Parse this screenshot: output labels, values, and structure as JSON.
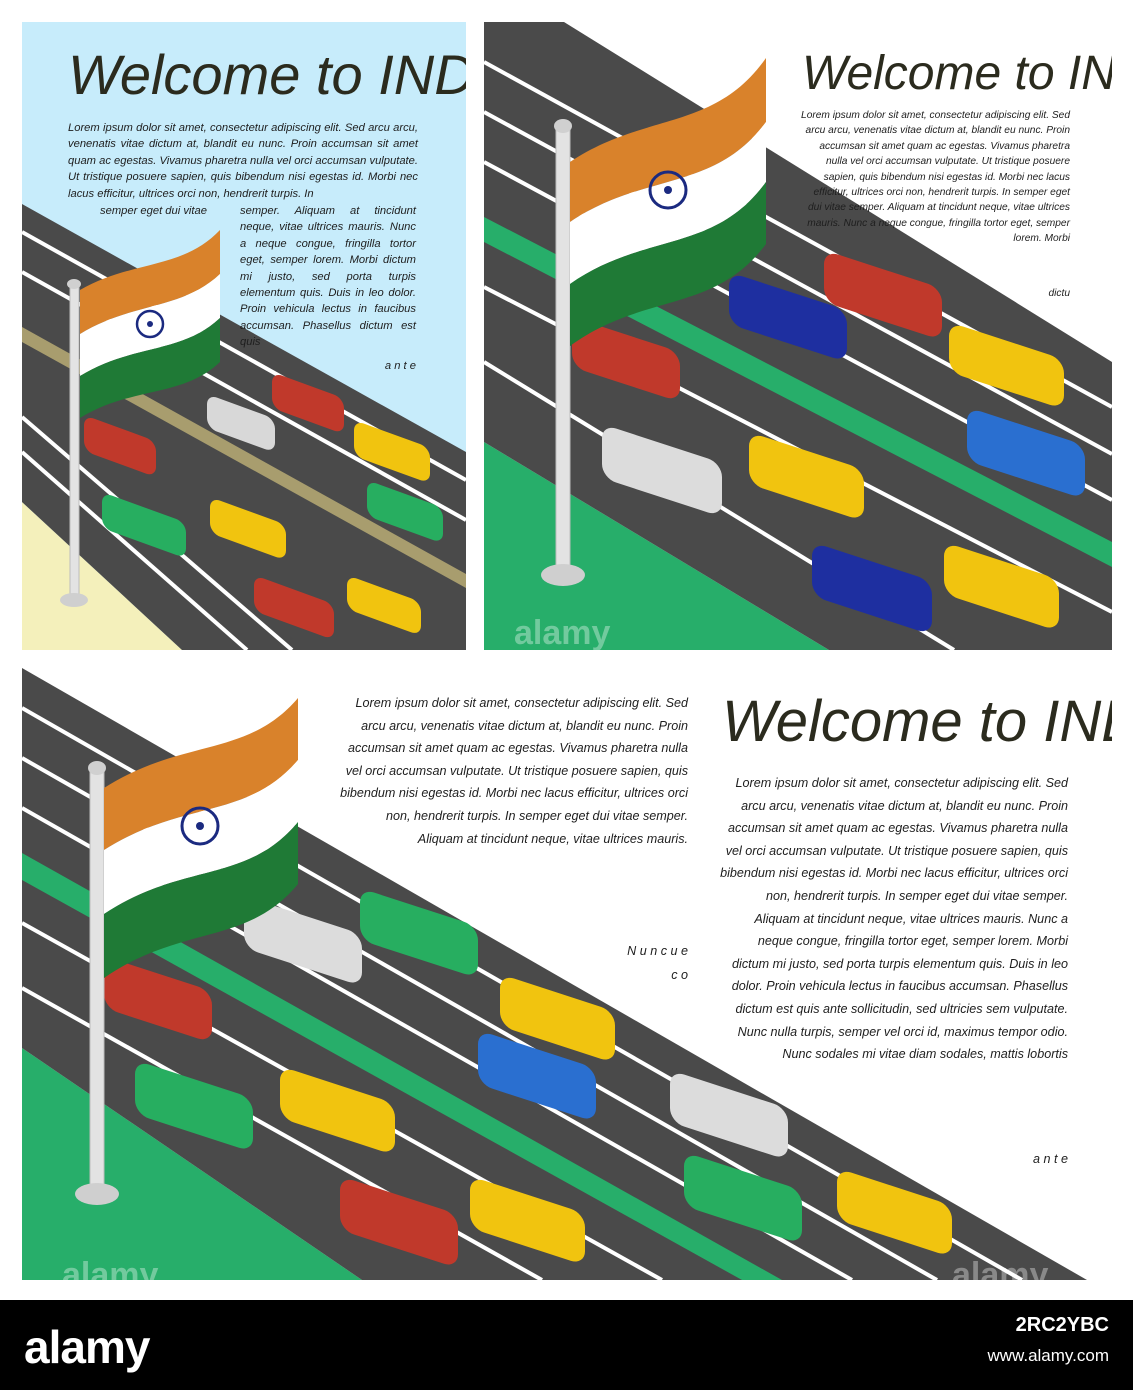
{
  "panels": [
    {
      "title": "Welcome to INDIA",
      "text_top": "Lorem ipsum dolor sit amet, consectetur adipiscing elit. Sed arcu arcu, venenatis vitae dictum at, blandit eu nunc. Proin accumsan sit amet quam ac egestas. Vivamus pharetra nulla vel orci accumsan vulputate. Ut tristique posuere sapien, quis bibendum nisi egestas id. Morbi nec lacus efficitur, ultrices orci non, hendrerit turpis. In",
      "text_left": "semper eget dui vitae",
      "text_right": "semper. Aliquam at tincidunt neque, vitae ultrices mauris. Nunc a neque congue, fringilla tortor eget, semper lorem. Morbi dictum mi justo, sed porta turpis elementum quis. Duis in leo dolor. Proin vehicula lectus in faucibus accumsan. Phasellus dictum est quis",
      "text_end": "a n t e"
    },
    {
      "title": "Welcome to INDIA",
      "text": "Lorem ipsum dolor sit amet, consectetur adipiscing elit. Sed arcu arcu, venenatis vitae dictum at, blandit eu nunc. Proin accumsan sit amet quam ac egestas. Vivamus pharetra nulla vel orci accumsan vulputate. Ut tristique posuere sapien, quis bibendum nisi egestas id. Morbi nec lacus efficitur, ultrices orci non, hendrerit turpis. In semper eget dui vitae semper. Aliquam at tincidunt neque, vitae ultrices mauris. Nunc a neque congue, fringilla tortor eget, semper lorem. Morbi",
      "text_end": "dictu"
    },
    {
      "title": "Welcome to INDIA",
      "text_left": "Lorem ipsum dolor sit amet, consectetur adipiscing elit. Sed arcu arcu, venenatis vitae dictum at, blandit eu nunc. Proin accumsan sit amet quam ac egestas. Vivamus pharetra nulla vel orci accumsan vulputate. Ut tristique posuere sapien, quis bibendum nisi egestas id. Morbi nec lacus efficitur, ultrices orci non, hendrerit turpis. In semper eget dui vitae semper. Aliquam at tincidunt neque, vitae ultrices mauris.",
      "text_left_end1": "N u n c u e",
      "text_left_end2": "c o",
      "text_right": "Lorem ipsum dolor sit amet, consectetur adipiscing elit. Sed arcu arcu, venenatis vitae dictum at, blandit eu nunc. Proin accumsan sit amet quam ac egestas. Vivamus pharetra nulla vel orci accumsan vulputate. Ut tristique posuere sapien, quis bibendum nisi egestas id. Morbi nec lacus efficitur, ultrices orci non, hendrerit turpis. In semper eget dui vitae semper. Aliquam at tincidunt neque, vitae ultrices mauris. Nunc a neque congue, fringilla tortor eget, semper lorem. Morbi dictum mi justo, sed porta turpis elementum quis. Duis in leo dolor. Proin vehicula lectus in faucibus accumsan. Phasellus dictum est quis ante sollicitudin, sed ultricies sem vulputate. Nunc nulla turpis, semper vel orci id, maximus tempor odio. Nunc sodales mi vitae diam sodales, mattis lobortis",
      "text_right_end": "a n t e"
    }
  ],
  "watermarks": [
    "alamy",
    "alamy",
    "alamy"
  ],
  "footer": {
    "logo": "alamy",
    "image_id": "2RC2YBC",
    "url": "www.alamy.com"
  },
  "colors": {
    "sky": "#c7ecfb",
    "sand": "#f4f0bb",
    "road": "#4a4a4a",
    "grass": "#27ae6a",
    "saffron": "#d9822b",
    "flag_green": "#1f7a36",
    "chakra": "#1b2a80"
  }
}
